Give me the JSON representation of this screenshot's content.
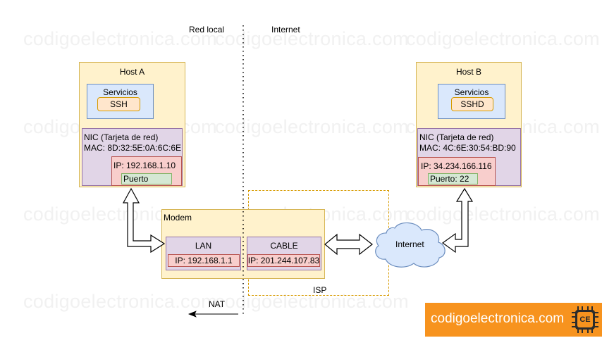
{
  "zones": {
    "left": "Red local",
    "right": "Internet"
  },
  "watermark": "codigoelectronica.com",
  "host_a": {
    "title": "Host A",
    "services_label": "Servicios",
    "service": "SSH",
    "nic_label": "NIC (Tarjeta de red)",
    "mac": "MAC: 8D:32:5E:0A:6C:6E",
    "ip": "IP: 192.168.1.10",
    "port": "Puerto"
  },
  "host_b": {
    "title": "Host B",
    "services_label": "Servicios",
    "service": "SSHD",
    "nic_label": "NIC (Tarjeta de red)",
    "mac": "MAC: 4C:6E:30:54:BD:90",
    "ip": "IP: 34.234.166.116",
    "port": "Puerto: 22"
  },
  "modem": {
    "title": "Modem",
    "lan_label": "LAN",
    "lan_ip": "IP: 192.168.1.1",
    "cable_label": "CABLE",
    "cable_ip": "IP: 201.244.107.83"
  },
  "isp_label": "ISP",
  "cloud_label": "Internet",
  "nat_label": "NAT",
  "brand": {
    "text": "codigoelectronica.com",
    "logo_text": "CE"
  },
  "colors": {
    "host": "#fff2cc",
    "services": "#dae8fc",
    "app": "#ffe6cc",
    "nic": "#e1d5e7",
    "ip": "#f8cecc",
    "port": "#d5e8d4",
    "cloud": "#dae8fc",
    "isp_border": "#d79b00",
    "brand": "#f7931e"
  }
}
